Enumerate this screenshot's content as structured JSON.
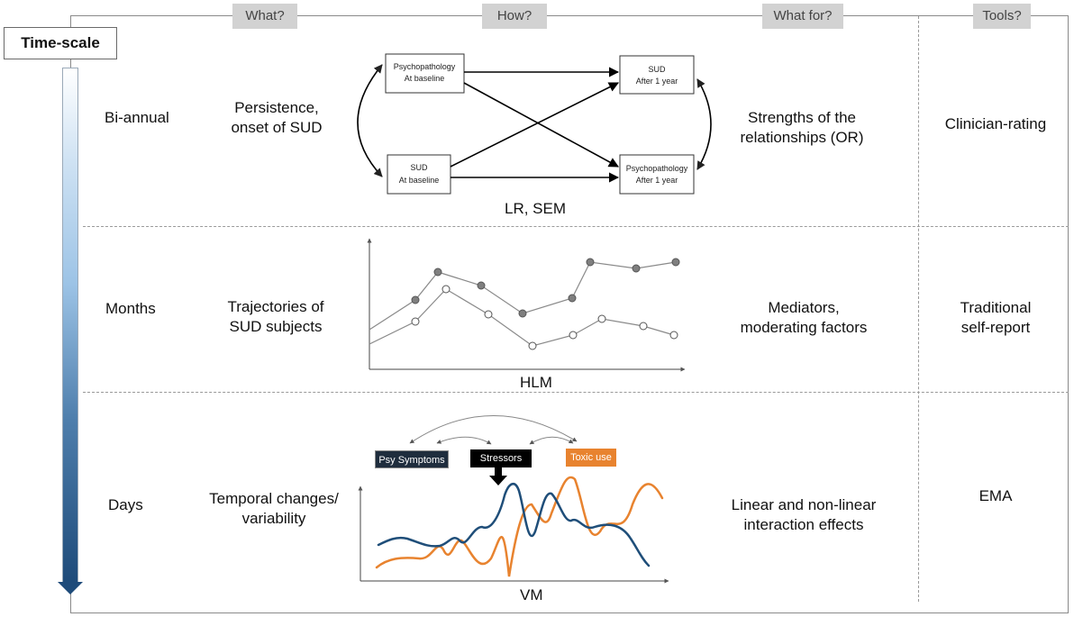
{
  "headers": {
    "what": "What?",
    "how": "How?",
    "what_for": "What for?",
    "tools": "Tools?"
  },
  "time_scale": {
    "label": "Time-scale",
    "colors": {
      "top": "#ffffff",
      "bottom": "#1e4b7a"
    }
  },
  "rows": [
    {
      "timescale": "Bi-annual",
      "what": [
        "Persistence,",
        "onset of SUD"
      ],
      "how_label": "LR, SEM",
      "what_for": [
        "Strengths of the",
        "relationships (OR)"
      ],
      "tools": [
        "Clinician-rating"
      ]
    },
    {
      "timescale": "Months",
      "what": [
        "Trajectories of",
        "SUD subjects"
      ],
      "how_label": "HLM",
      "what_for": [
        "Mediators,",
        "moderating factors"
      ],
      "tools": [
        "Traditional",
        "self-report"
      ]
    },
    {
      "timescale": "Days",
      "what": [
        "Temporal changes/",
        "variability"
      ],
      "how_label": "VM",
      "what_for": [
        "Linear and non-linear",
        "interaction effects"
      ],
      "tools": [
        "EMA"
      ]
    }
  ],
  "path_diagram": {
    "boxes": {
      "psy_baseline": [
        "Psychopathology",
        "At baseline"
      ],
      "sud_baseline": [
        "SUD",
        "At baseline"
      ],
      "sud_after": [
        "SUD",
        "After 1 year"
      ],
      "psy_after": [
        "Psychopathology",
        "After 1 year"
      ]
    }
  },
  "daily_labels": {
    "psy_symptoms": {
      "text": "Psy Symptoms",
      "color": "#1f2d3d"
    },
    "stressors": {
      "text": "Stressors",
      "color": "#000000"
    },
    "toxic_use": {
      "text": "Toxic use",
      "color": "#e8832f"
    }
  },
  "colors": {
    "blue_series": "#1f4e79",
    "orange_series": "#e8832f",
    "marker_filled": "#7f7f7f"
  }
}
